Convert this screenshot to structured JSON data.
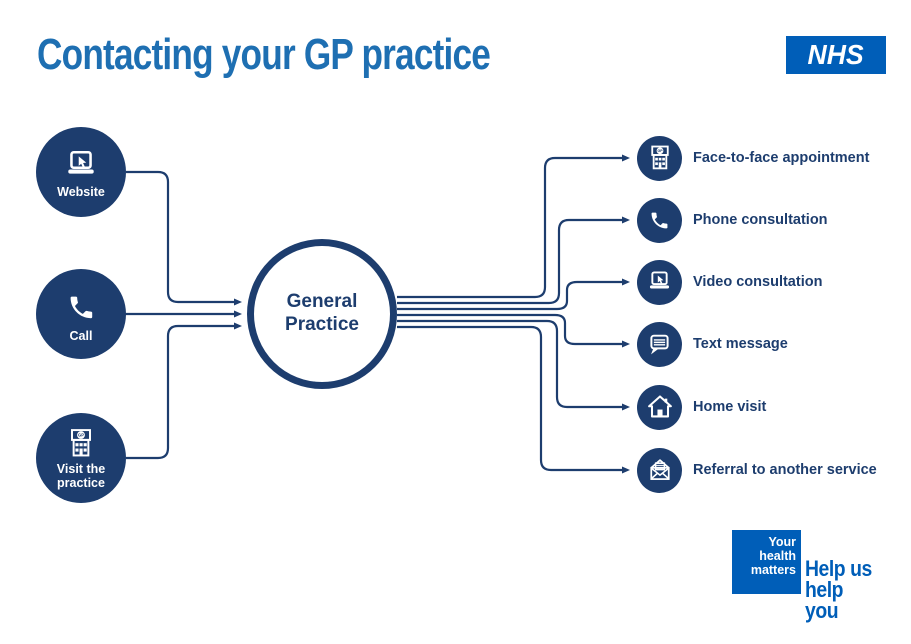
{
  "colors": {
    "navy": "#1d3d6e",
    "nhs_blue": "#005eb8",
    "title_blue": "#1e6fb2",
    "white": "#ffffff"
  },
  "header": {
    "title": "Contacting your GP practice",
    "nhs_logo": "NHS"
  },
  "center": {
    "label": "General Practice"
  },
  "inputs": [
    {
      "label": "Website",
      "icon": "laptop-cursor-icon"
    },
    {
      "label": "Call",
      "icon": "phone-icon"
    },
    {
      "label": "Visit the practice",
      "icon": "gp-building-icon"
    }
  ],
  "outputs": [
    {
      "label": "Face-to-face appointment",
      "icon": "gp-building-icon"
    },
    {
      "label": "Phone consultation",
      "icon": "phone-icon"
    },
    {
      "label": "Video consultation",
      "icon": "laptop-cursor-icon"
    },
    {
      "label": "Text message",
      "icon": "speech-bubble-icon"
    },
    {
      "label": "Home visit",
      "icon": "house-icon"
    },
    {
      "label": "Referral to another service",
      "icon": "envelope-icon"
    }
  ],
  "building_sign": "GP",
  "footer": {
    "badge": "Your health matters",
    "slogan": "Help us help you"
  }
}
